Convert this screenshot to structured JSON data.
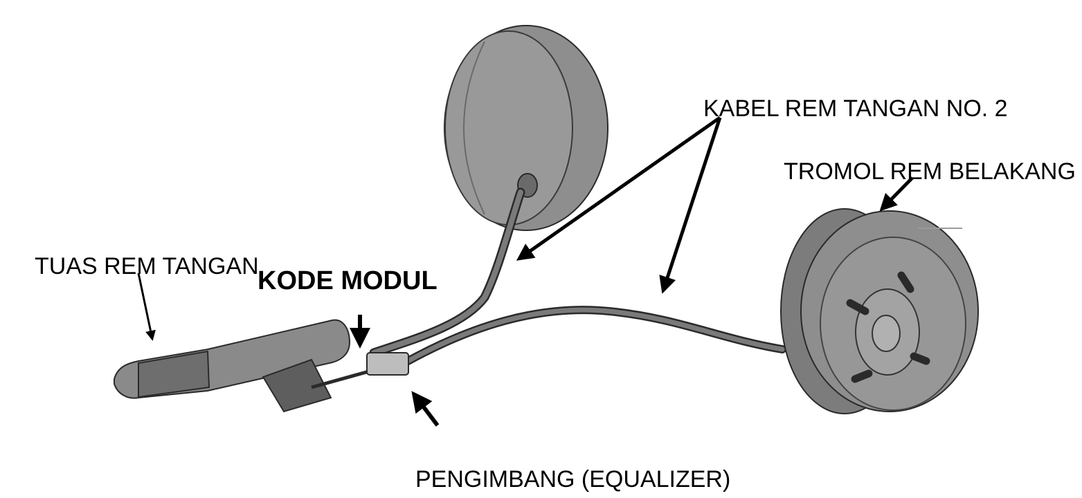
{
  "diagram": {
    "labels": {
      "kabel": "KABEL REM TANGAN NO. 2",
      "tromol": "TROMOL REM BELAKANG",
      "tuas": "TUAS REM TANGAN",
      "kode": "KODE MODUL",
      "pengimbang": "PENGIMBANG (EQUALIZER)"
    },
    "colors": {
      "part_fill": "#8e8e8e",
      "part_light": "#a9a9a9",
      "part_dark": "#5c5c5c",
      "outline": "#2a2a2a",
      "arrow": "#000000",
      "text": "#000000"
    }
  }
}
